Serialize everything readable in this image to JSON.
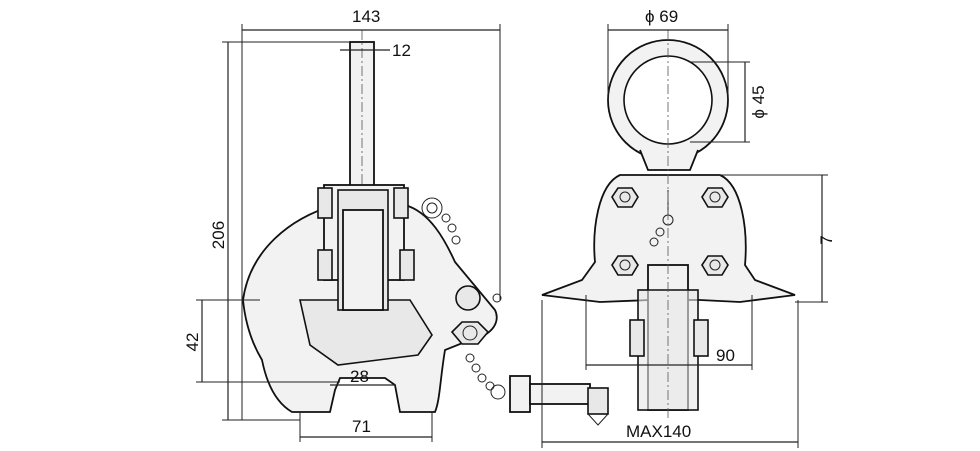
{
  "dimensions": {
    "overall_width": "143",
    "shaft_width": "12",
    "height": "206",
    "jaw_height": "42",
    "jaw_opening": "28",
    "base_width": "71",
    "eye_outer": "ϕ 69",
    "eye_inner": "ϕ 45",
    "side_partial": "7",
    "bolt_span": "90",
    "max_width": "MAX140"
  },
  "colors": {
    "line": "#111111",
    "fill": "#f2f2f2"
  }
}
